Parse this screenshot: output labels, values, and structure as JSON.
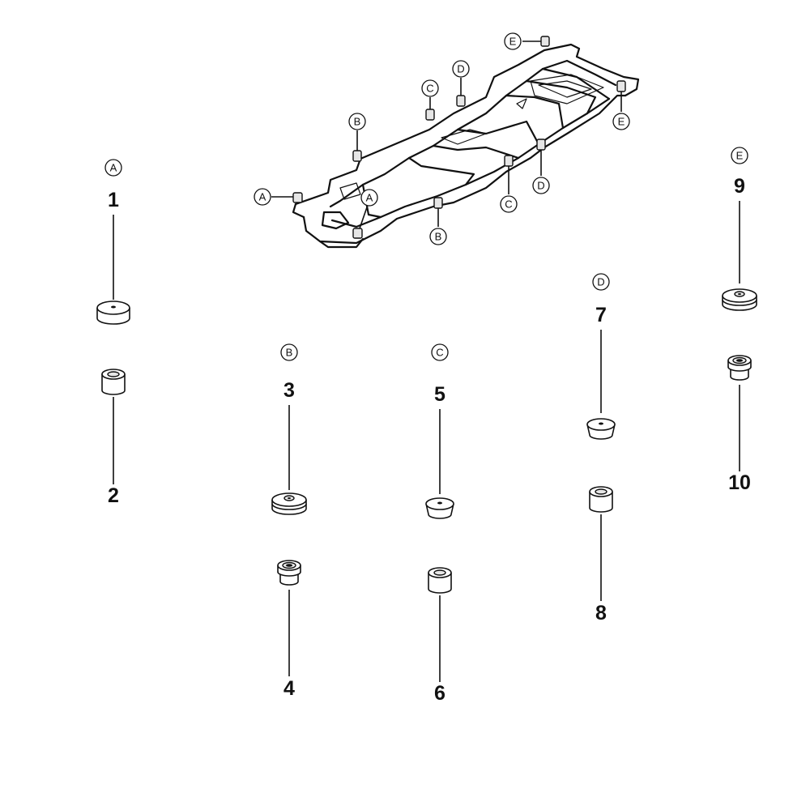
{
  "groups": [
    {
      "letter": "A",
      "parts": [
        "1",
        "2"
      ]
    },
    {
      "letter": "B",
      "parts": [
        "3",
        "4"
      ]
    },
    {
      "letter": "C",
      "parts": [
        "5",
        "6"
      ]
    },
    {
      "letter": "D",
      "parts": [
        "7",
        "8"
      ]
    },
    {
      "letter": "E",
      "parts": [
        "9",
        "10"
      ]
    }
  ],
  "frame_callouts": [
    "A",
    "A",
    "B",
    "B",
    "C",
    "C",
    "D",
    "D",
    "E",
    "E"
  ],
  "icons": {
    "frame": "chassis-frame-drawing",
    "upper_cushion": "body-mount-upper-cushion",
    "lower_cushion": "body-mount-lower-cushion"
  }
}
